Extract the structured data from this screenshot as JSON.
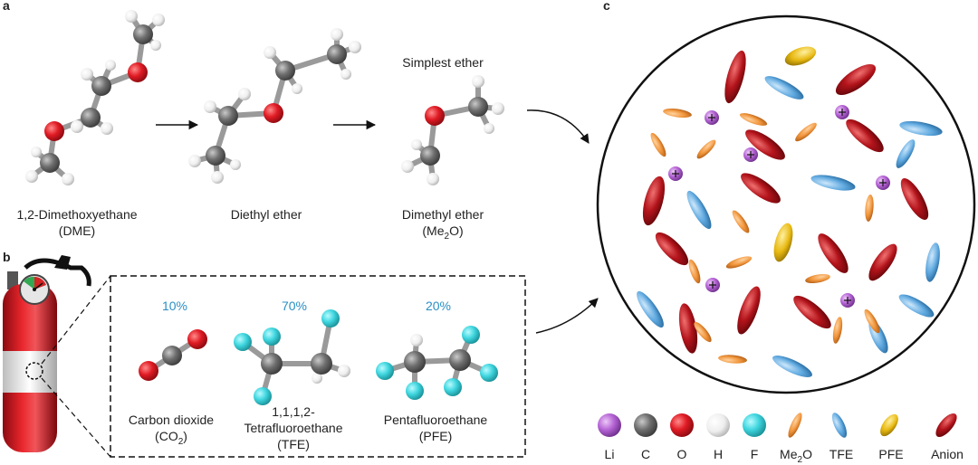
{
  "panels": {
    "a": "a",
    "b": "b",
    "c": "c"
  },
  "panel_a": {
    "dme": {
      "line1": "1,2-Dimethoxyethane",
      "line2": "(DME)"
    },
    "diethyl": "Diethyl ether",
    "simplest": "Simplest ether",
    "dimethyl": {
      "line1": "Dimethyl ether",
      "pre": "(Me",
      "sub": "2",
      "post": "O)"
    }
  },
  "panel_b": {
    "co2": {
      "pct": "10%",
      "line1": "Carbon dioxide",
      "pre": "(CO",
      "sub": "2",
      "post": ")"
    },
    "tfe": {
      "pct": "70%",
      "line1": "1,1,1,2-",
      "line2": "Tetrafluoroethane",
      "line3": "(TFE)"
    },
    "pfe": {
      "pct": "20%",
      "line1": "Pentafluoroethane",
      "line2": "(PFE)"
    }
  },
  "legend": {
    "li": "Li",
    "c": "C",
    "o": "O",
    "h": "H",
    "f": "F",
    "me2o": {
      "pre": "Me",
      "sub": "2",
      "post": "O"
    },
    "tfe": "TFE",
    "pfe": "PFE",
    "anion": "Anion"
  },
  "colors": {
    "carbon": "#6f6f6f",
    "oxygen": "#e01b24",
    "hydrogen": "#f2f2f2",
    "fluorine": "#3fd6df",
    "lithium": "#b665d6",
    "me2o": "#f0943a",
    "tfe": "#5fa9e0",
    "pfe": "#e8b912",
    "anion": "#b3141b",
    "percent": "#2a8fc4"
  }
}
